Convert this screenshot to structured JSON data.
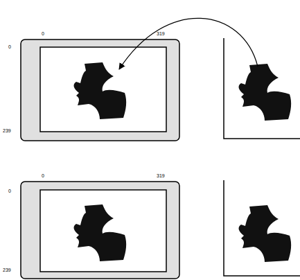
{
  "diagram": {
    "labels": [
      "0",
      "319",
      "0",
      "239",
      "0",
      "319",
      "0",
      "239"
    ]
  }
}
